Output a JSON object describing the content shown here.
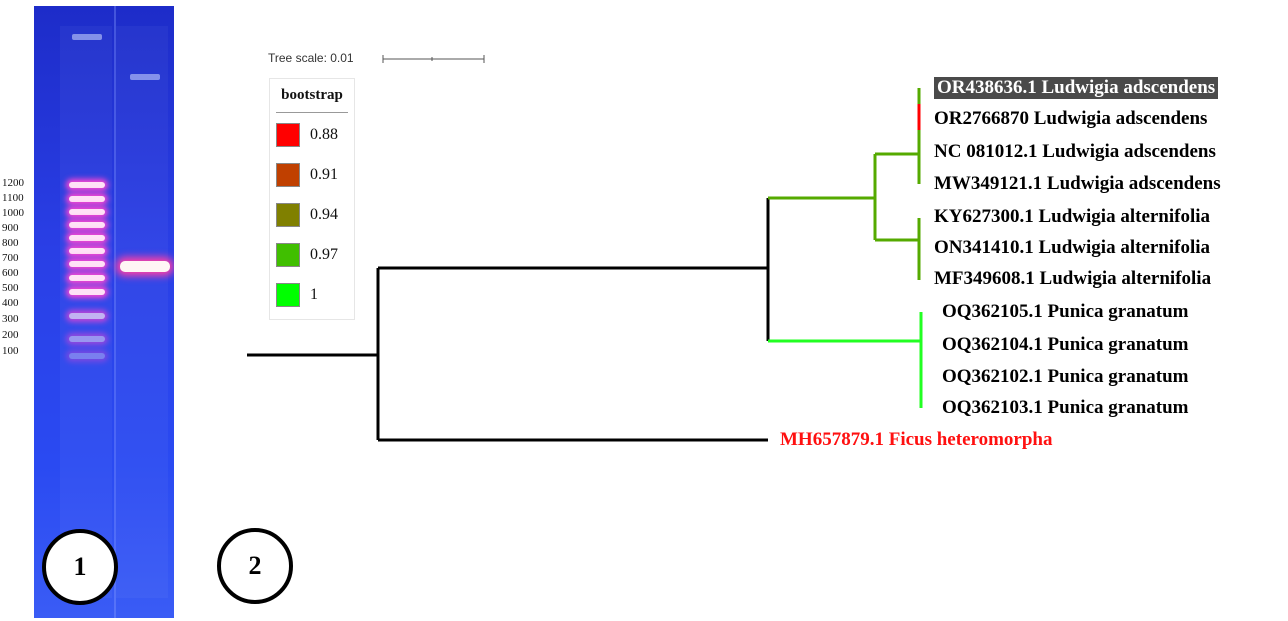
{
  "gel": {
    "ladder_labels": [
      "1200",
      "1100",
      "1000",
      "900",
      "800",
      "700",
      "600",
      "500",
      "400",
      "300",
      "200",
      "100"
    ],
    "panel_label": "1",
    "colors": {
      "background": "#2a3fe6",
      "band_glow": "#ff45d2"
    }
  },
  "tree": {
    "panel_label": "2",
    "scale_text": "Tree scale: 0.01",
    "legend": {
      "title": "bootstrap",
      "items": [
        {
          "label": "0.88",
          "color": "#ff0000"
        },
        {
          "label": "0.91",
          "color": "#c04000"
        },
        {
          "label": "0.94",
          "color": "#808000"
        },
        {
          "label": "0.97",
          "color": "#40bf00"
        },
        {
          "label": "1",
          "color": "#00ff00"
        }
      ]
    },
    "tips": [
      {
        "label": "OR438636.1 Ludwigia adscendens",
        "highlighted": true
      },
      {
        "label": "OR2766870 Ludwigia adscendens"
      },
      {
        "label": "NC 081012.1 Ludwigia adscendens"
      },
      {
        "label": "MW349121.1 Ludwigia adscendens"
      },
      {
        "label": "KY627300.1 Ludwigia alternifolia"
      },
      {
        "label": "ON341410.1 Ludwigia alternifolia"
      },
      {
        "label": "MF349608.1 Ludwigia alternifolia"
      },
      {
        "label": "OQ362105.1 Punica granatum"
      },
      {
        "label": "OQ362104.1 Punica granatum"
      },
      {
        "label": "OQ362102.1 Punica granatum"
      },
      {
        "label": "OQ362103.1 Punica granatum"
      },
      {
        "label": "MH657879.1 Ficus heteromorpha",
        "color": "#ff1010"
      }
    ]
  }
}
